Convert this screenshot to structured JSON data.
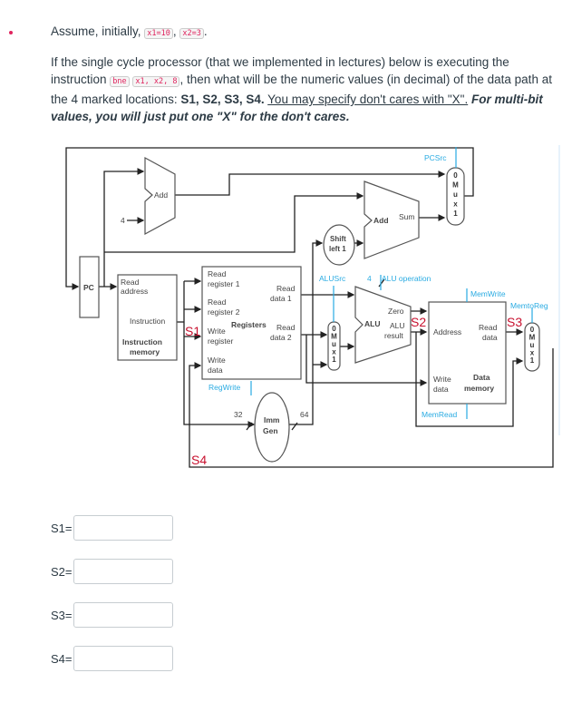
{
  "question": {
    "intro_prefix": "Assume, initially,",
    "x1_code": "x1=10",
    "x2_code": "x2=3",
    "instr_prefix": "If the single cycle processor (that we implemented in lectures) below is executing the instruction",
    "instr_code_a": "bne",
    "instr_code_b": "x1, x2, 8",
    "instr_suffix": ", then what will be the numeric values (in decimal) of the data path at the 4 marked locations:",
    "locations": "S1, S2, S3, S4.",
    "dont_care": "You may specify don't cares with \"X\".",
    "multi_bit_note": "For multi-bit values, you will just put one \"X\" for the don't cares."
  },
  "diagram": {
    "pc": "PC",
    "add": "Add",
    "four": "4",
    "read_address_1": "Read",
    "read_address_2": "address",
    "instruction": "Instruction",
    "imem_1": "Instruction",
    "imem_2": "memory",
    "rr1_1": "Read",
    "rr1_2": "register 1",
    "rr2_1": "Read",
    "rr2_2": "register 2",
    "wr_1": "Write",
    "wr_2": "register",
    "wd_1": "Write",
    "wd_2": "data",
    "registers": "Registers",
    "rd1_1": "Read",
    "rd1_2": "data 1",
    "rd2_1": "Read",
    "rd2_2": "data 2",
    "regwrite": "RegWrite",
    "w32": "32",
    "w64": "64",
    "imm_1": "Imm",
    "imm_2": "Gen",
    "shift_1": "Shift",
    "shift_2": "left 1",
    "add2": "Add",
    "sum": "Sum",
    "pcsrc": "PCSrc",
    "alusrc": "ALUSrc",
    "alu_op_width": "4",
    "alu_operation": "ALU operation",
    "zero": "Zero",
    "alu": "ALU",
    "alu_result_1": "ALU",
    "alu_result_2": "result",
    "memwrite": "MemWrite",
    "memtoreg": "MemtoReg",
    "memread": "MemRead",
    "address": "Address",
    "read_data_1": "Read",
    "read_data_2": "data",
    "write_data_1": "Write",
    "write_data_2": "data",
    "dmem_1": "Data",
    "dmem_2": "memory",
    "mux_0": "0",
    "mux_1": "1",
    "mux_letters": [
      "M",
      "u",
      "x"
    ],
    "s1": "S1",
    "s2": "S2",
    "s3": "S3",
    "s4": "S4",
    "signal_color": "#29abe2",
    "marker_color": "#c8102e"
  },
  "answers": [
    {
      "label": "S1=",
      "value": ""
    },
    {
      "label": "S2=",
      "value": ""
    },
    {
      "label": "S3=",
      "value": ""
    },
    {
      "label": "S4=",
      "value": ""
    }
  ]
}
